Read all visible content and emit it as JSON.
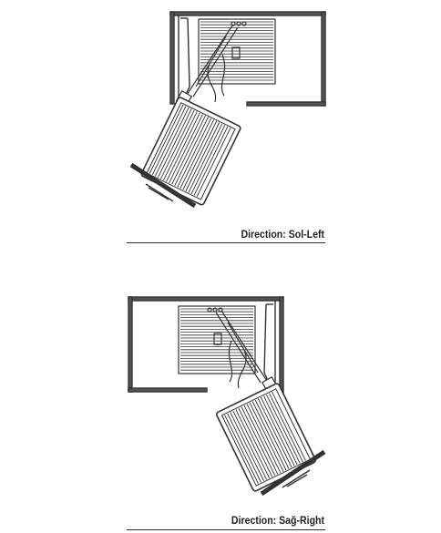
{
  "diagrams": [
    {
      "caption": "Direction: Sol-Left",
      "orientation": "left"
    },
    {
      "caption": "Direction: Sağ-Right",
      "orientation": "right"
    }
  ],
  "colors": {
    "line": "#333333",
    "panel": "#555555",
    "background": "#ffffff"
  }
}
